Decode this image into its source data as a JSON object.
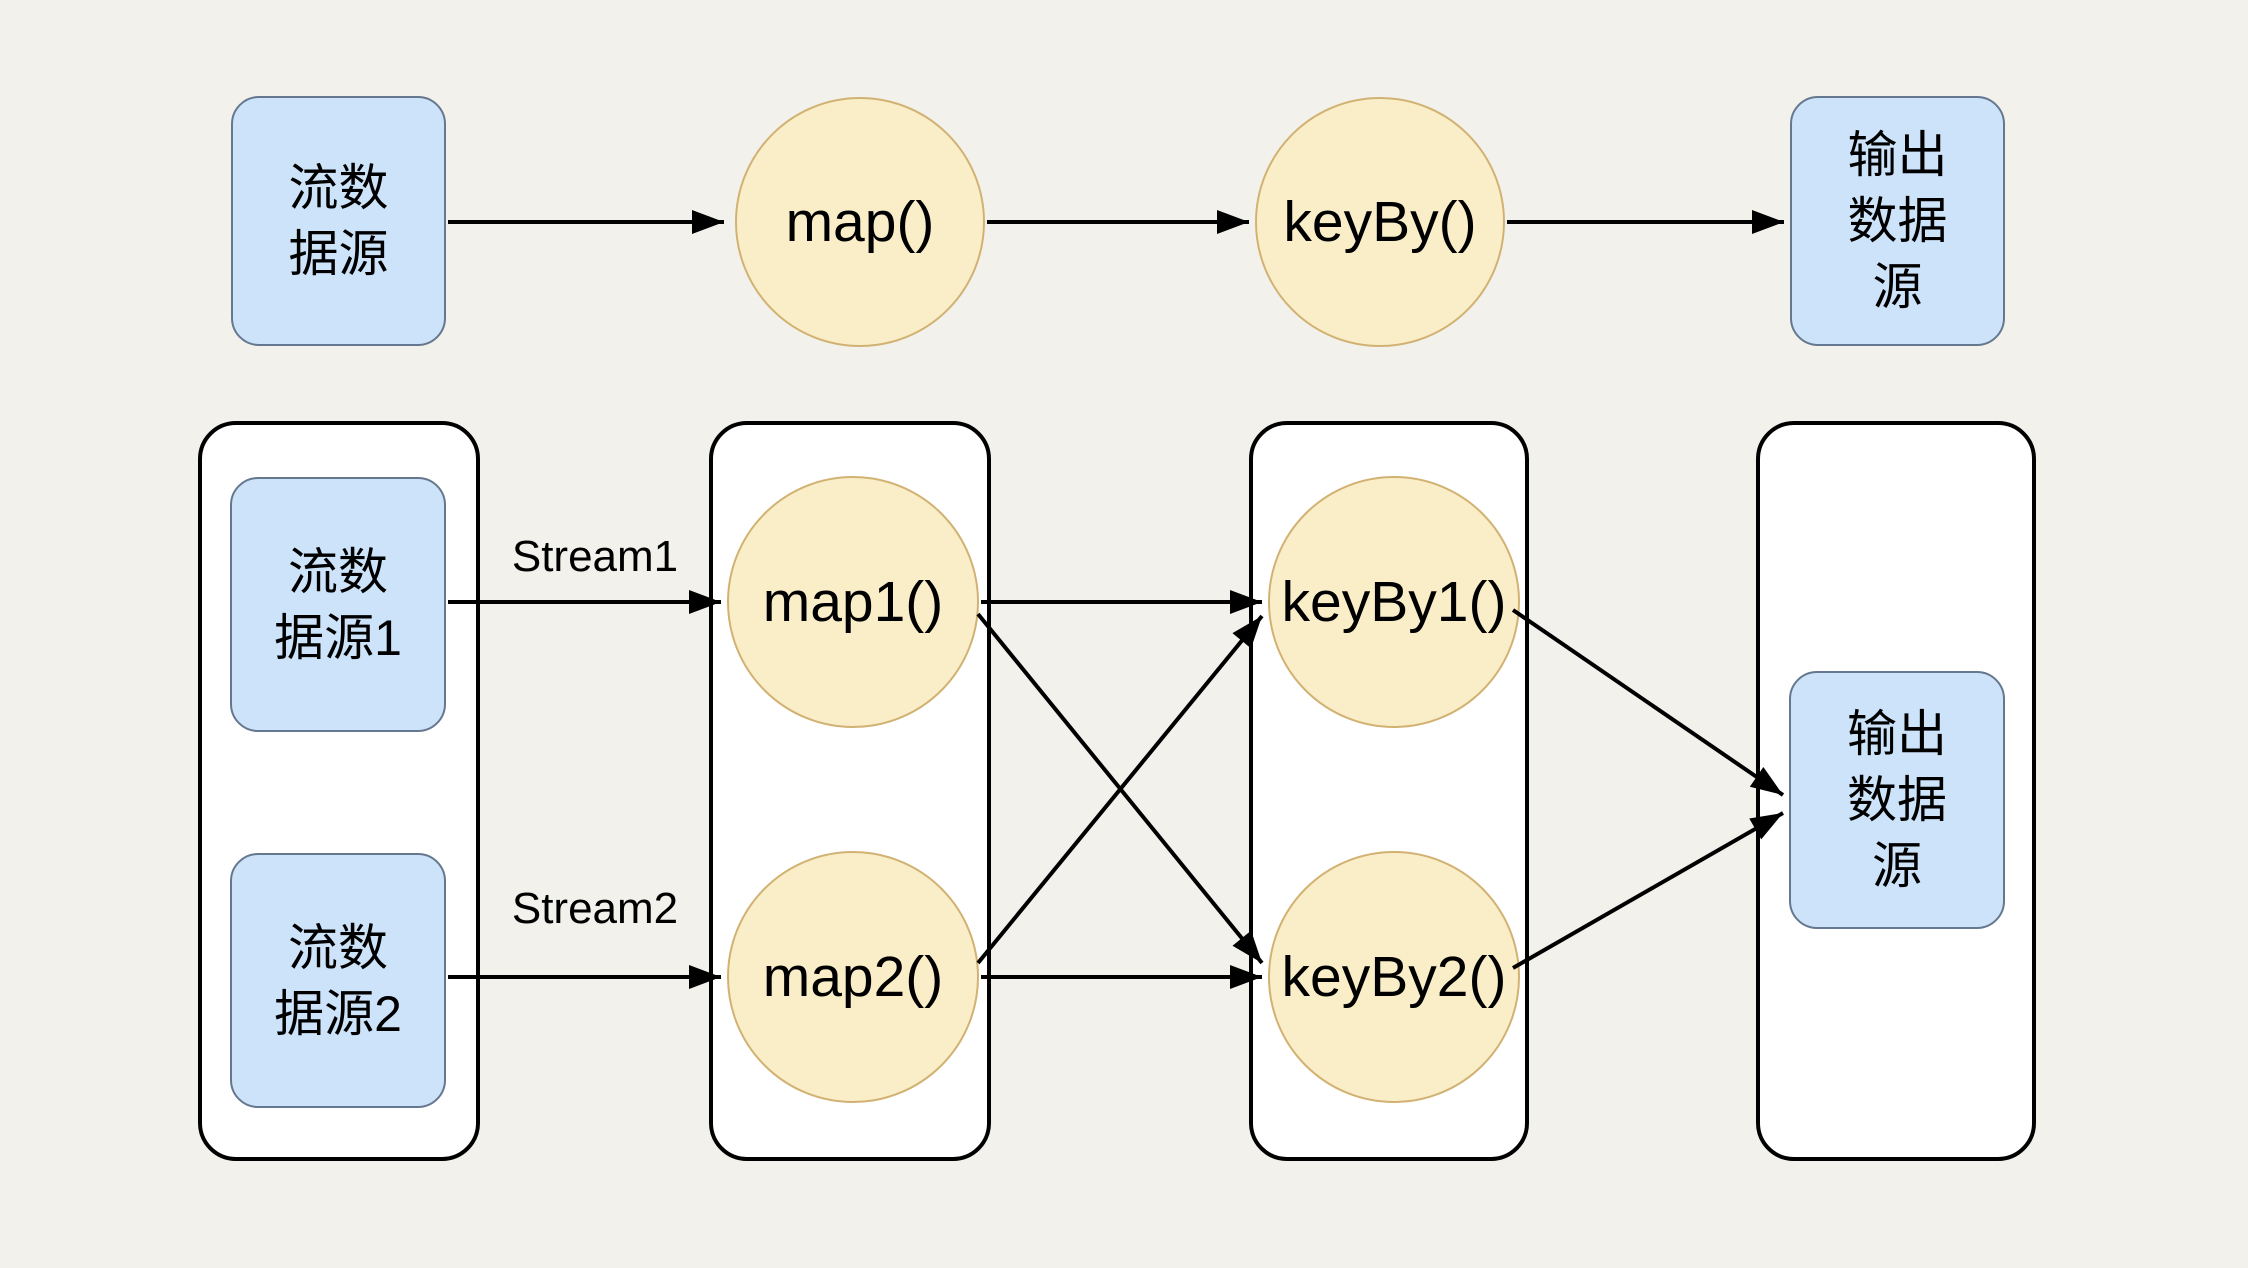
{
  "colors": {
    "background": "#F2F1EB",
    "source_sink_fill": "#CDE3FA",
    "source_sink_border": "#66788F",
    "operator_fill": "#FAEEC9",
    "operator_border": "#D2B273",
    "container_fill": "#FFFFFF",
    "container_border": "#000000",
    "arrow": "#000000",
    "text": "#000000"
  },
  "simple_flow": {
    "source": "流数\n据源",
    "map": "map()",
    "keyby": "keyBy()",
    "sink": "输出\n数据\n源"
  },
  "parallel_flow": {
    "source1": "流数\n据源1",
    "source2": "流数\n据源2",
    "stream1": "Stream1",
    "stream2": "Stream2",
    "map1": "map1()",
    "map2": "map2()",
    "keyby1": "keyBy1()",
    "keyby2": "keyBy2()",
    "sink": "输出\n数据\n源"
  }
}
